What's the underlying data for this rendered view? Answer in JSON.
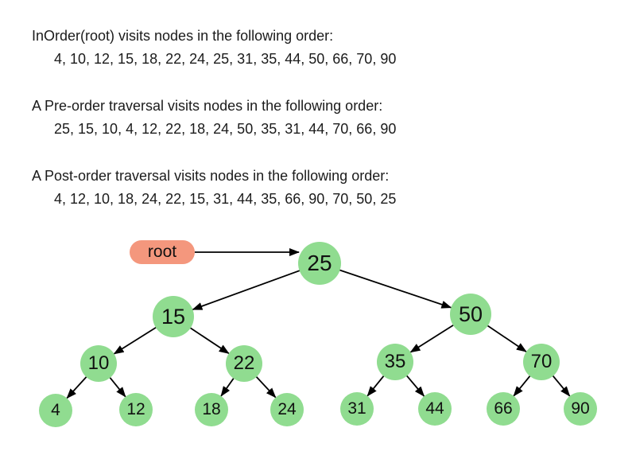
{
  "traversals": [
    {
      "heading": "InOrder(root) visits nodes in the following order:",
      "sequence": "4, 10, 12, 15, 18, 22, 24, 25, 31, 35, 44, 50, 66, 70, 90"
    },
    {
      "heading": "A Pre-order traversal visits nodes in the following order:",
      "sequence": "25, 15, 10, 4, 12, 22, 18, 24, 50, 35, 31, 44, 70, 66, 90"
    },
    {
      "heading": "A Post-order traversal visits nodes in the following order:",
      "sequence": "4, 12, 10, 18, 24, 22, 15, 31, 44, 35, 66, 90, 70, 50, 25"
    }
  ],
  "tree": {
    "root_label": "root",
    "nodes": [
      {
        "value": "25"
      },
      {
        "value": "15"
      },
      {
        "value": "50"
      },
      {
        "value": "10"
      },
      {
        "value": "22"
      },
      {
        "value": "35"
      },
      {
        "value": "70"
      },
      {
        "value": "4"
      },
      {
        "value": "12"
      },
      {
        "value": "18"
      },
      {
        "value": "24"
      },
      {
        "value": "31"
      },
      {
        "value": "44"
      },
      {
        "value": "66"
      },
      {
        "value": "90"
      }
    ],
    "structure": {
      "25": [
        "15",
        "50"
      ],
      "15": [
        "10",
        "22"
      ],
      "50": [
        "35",
        "70"
      ],
      "10": [
        "4",
        "12"
      ],
      "22": [
        "18",
        "24"
      ],
      "35": [
        "31",
        "44"
      ],
      "70": [
        "66",
        "90"
      ]
    },
    "colors": {
      "node_fill": "#90DC90",
      "root_label_fill": "#F4977D",
      "edge": "#000000",
      "text": "#1B1B1B"
    }
  }
}
